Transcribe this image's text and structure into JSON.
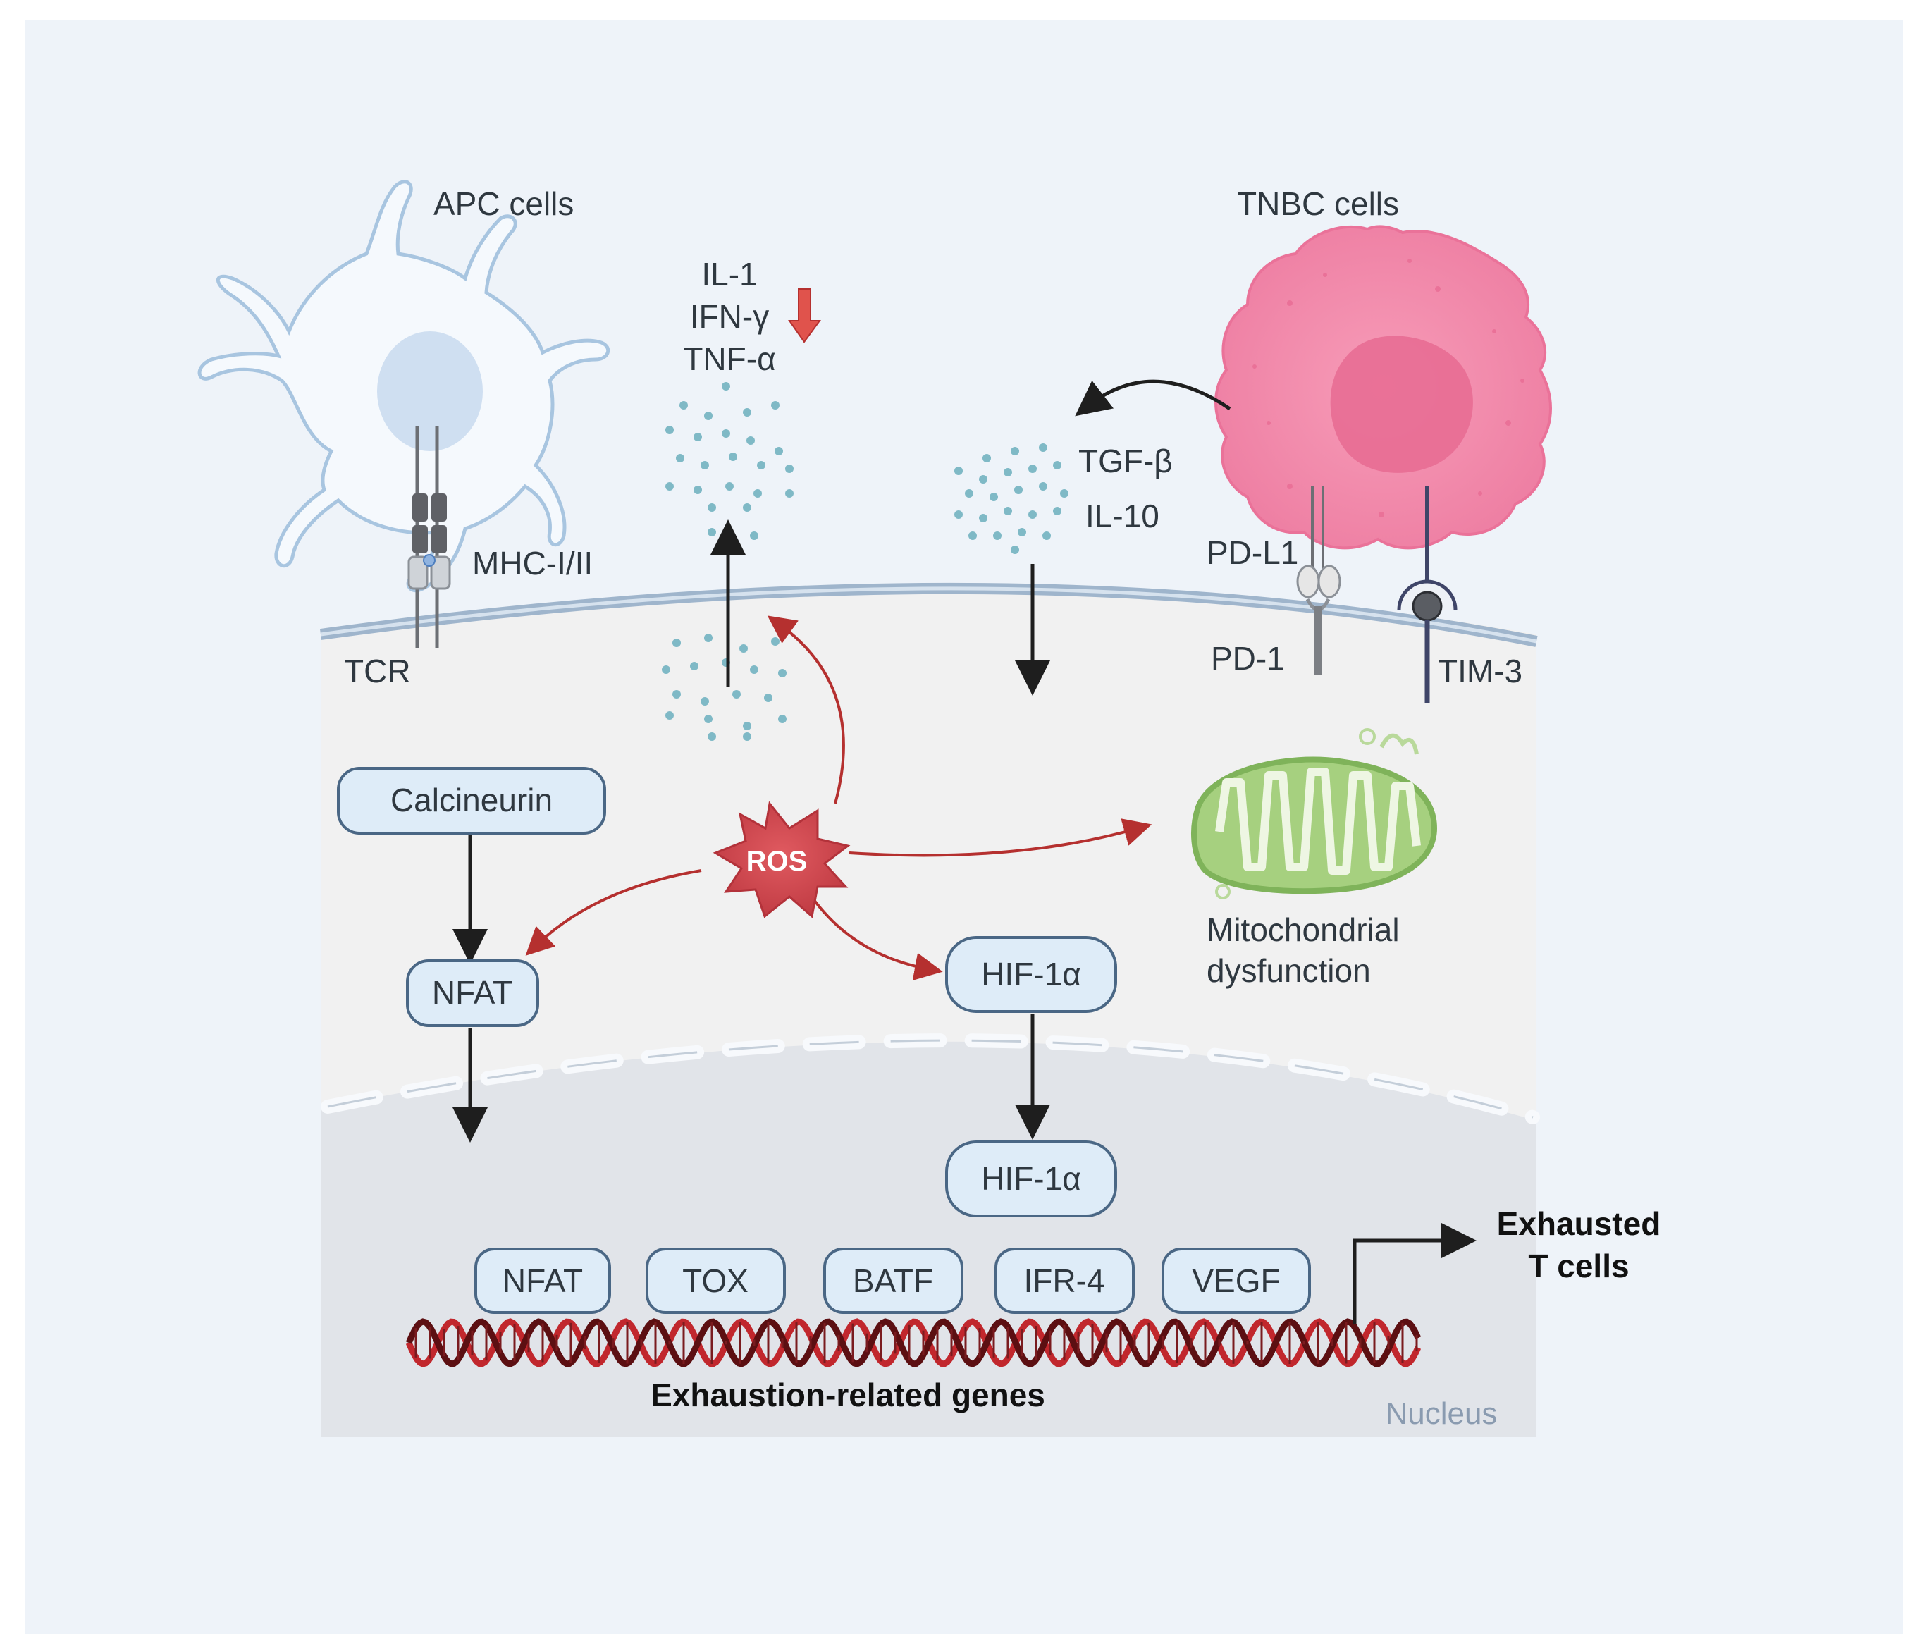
{
  "labels": {
    "apc_cells": "APC cells",
    "tnbc_cells": "TNBC cells",
    "mhc": "MHC-I/II",
    "tcr": "TCR",
    "pd_l1": "PD-L1",
    "pd_1": "PD-1",
    "tim_3": "TIM-3",
    "nucleus": "Nucleus",
    "exhaustion_genes": "Exhaustion-related genes",
    "mito_line1": "Mitochondrial",
    "mito_line2": "dysfunction",
    "exhausted_line1": "Exhausted",
    "exhausted_line2": "T cells",
    "ros": "ROS"
  },
  "cytokines_out": [
    "IL-1",
    "IFN-γ",
    "TNF-α"
  ],
  "cytokines_in": [
    "TGF-β",
    "IL-10"
  ],
  "cytoplasm_boxes": {
    "calcineurin": "Calcineurin",
    "nfat": "NFAT",
    "hif_cyto": "HIF-1α",
    "hif_nuc": "HIF-1α"
  },
  "transcription_factors": [
    "NFAT",
    "TOX",
    "BATF",
    "IFR-4",
    "VEGF"
  ],
  "colors": {
    "background": "#eef3f9",
    "cytoplasm": "#f1f1f1",
    "nucleus": "#e1e4e9",
    "membrane": "#9fb5cc",
    "box_fill": "#deecf8",
    "box_stroke": "#4a6785",
    "ros_red": "#c9434a",
    "arrow_red": "#b5302f",
    "tnbc_pink": "#f28cab",
    "mito_green": "#93c46d",
    "dna_red": "#c1272d",
    "dna_dark": "#5c0f12"
  }
}
